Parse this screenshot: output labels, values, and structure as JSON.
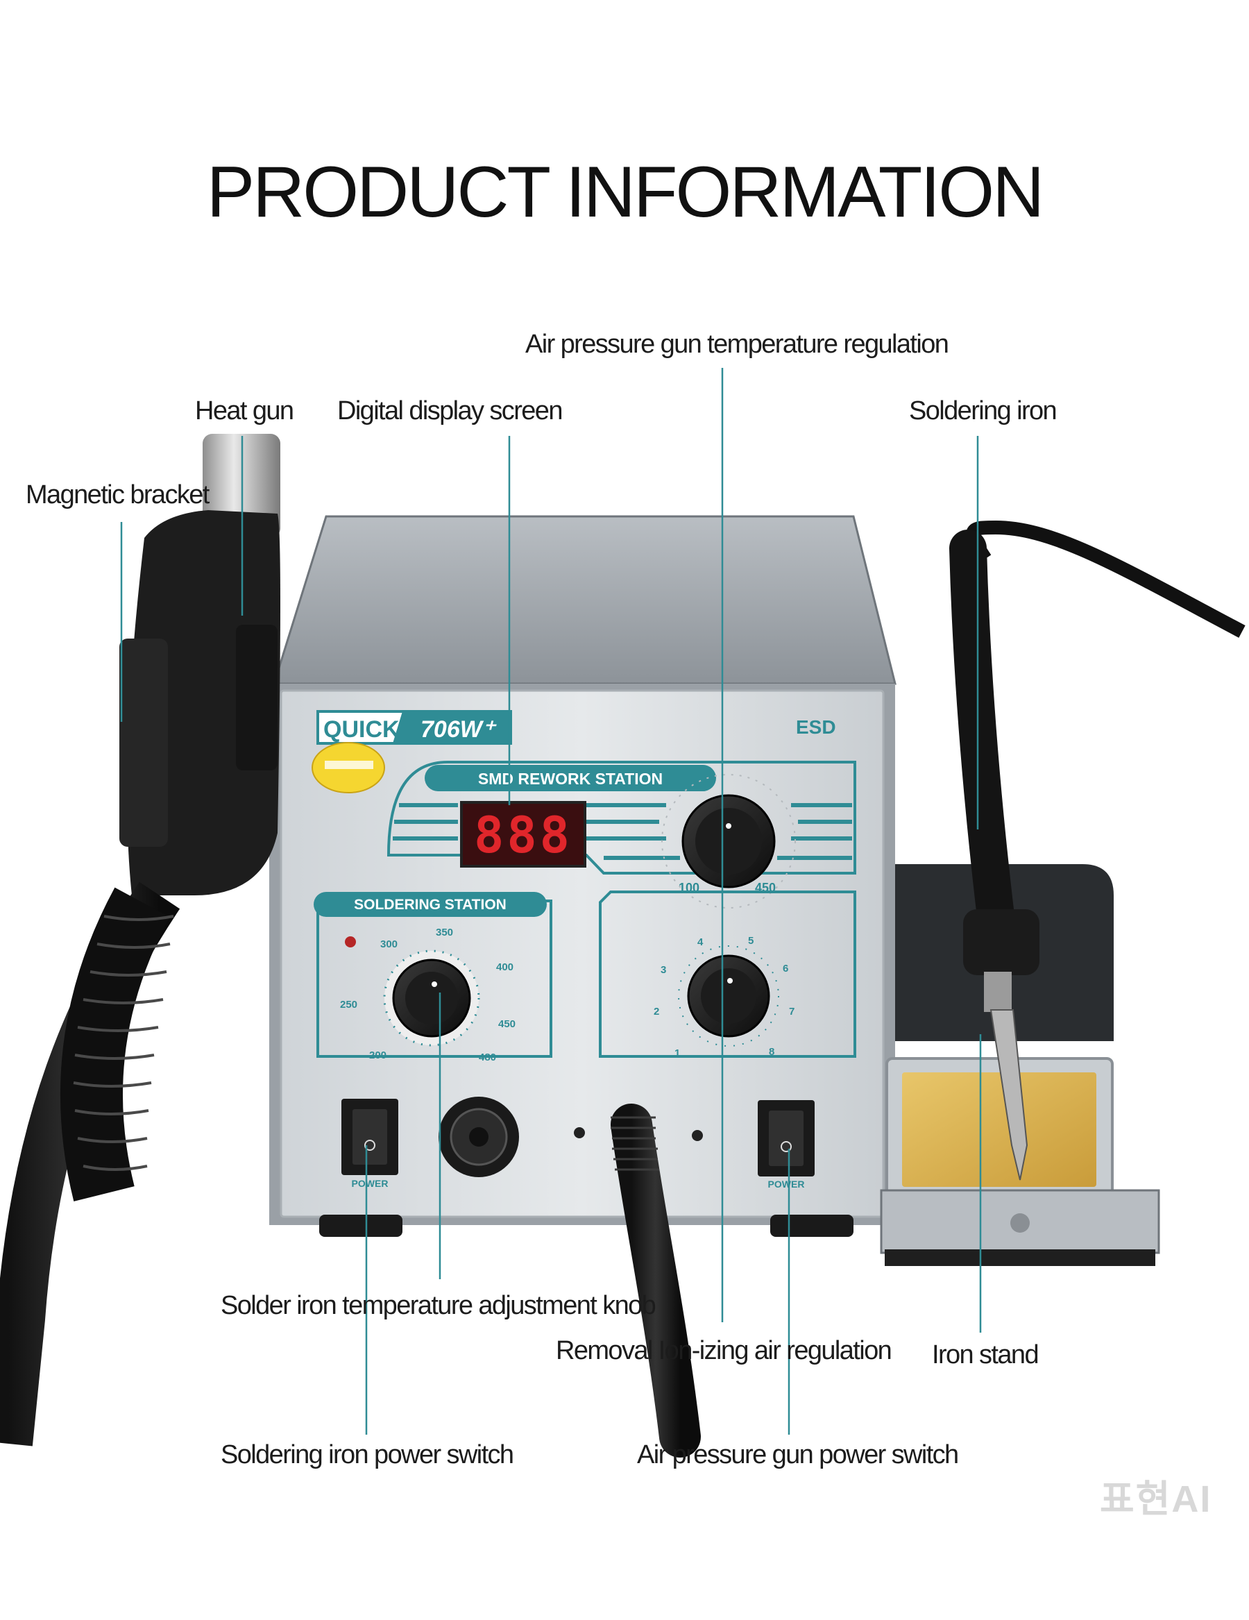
{
  "title": "PRODUCT INFORMATION",
  "callouts": {
    "air_temp_regulation": "Air pressure gun temperature regulation",
    "heat_gun": "Heat gun",
    "digital_display": "Digital display screen",
    "soldering_iron": "Soldering iron",
    "magnetic_bracket": "Magnetic bracket",
    "solder_knob": "Solder iron temperature adjustment knob",
    "removal_air": "Removal Ion-izing air regulation",
    "iron_stand": "Iron stand",
    "iron_power_switch": "Soldering iron power switch",
    "gun_power_switch": "Air pressure gun power switch"
  },
  "device": {
    "brand": "QUICK",
    "model": "706W⁺",
    "esd_label": "ESD",
    "rework_header": "SMD REWORK STATION",
    "soldering_header": "SOLDERING STATION",
    "display_value": "888",
    "air_scale_min": "100",
    "air_scale_max": "450",
    "solder_scale": [
      "200",
      "250",
      "300",
      "350",
      "400",
      "450",
      "480"
    ],
    "air_flow_scale": [
      "1",
      "2",
      "3",
      "4",
      "5",
      "6",
      "7",
      "8"
    ],
    "power_label_left": "POWER",
    "power_label_right": "POWER"
  },
  "colors": {
    "accent_teal": "#2f8c95",
    "display_red": "#e0262b",
    "panel_bg": "#dfe3e6"
  },
  "watermark": "표현AI"
}
